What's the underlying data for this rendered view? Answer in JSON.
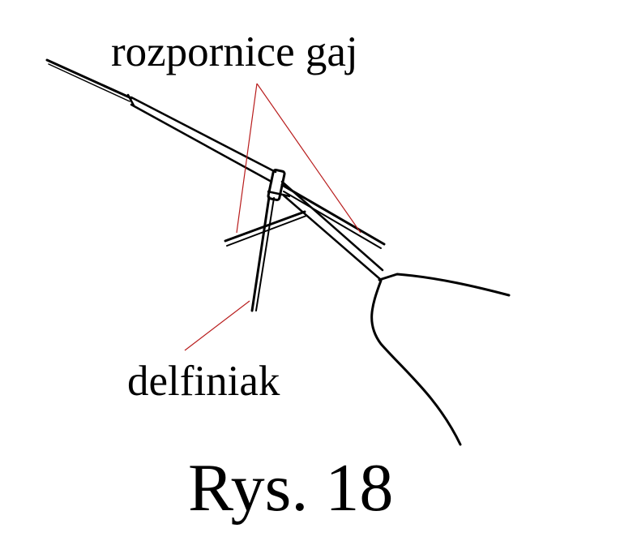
{
  "labels": {
    "spreaders": "rozpornice gaj",
    "dolphin_striker": "delfiniak"
  },
  "caption": "Rys. 18",
  "colors": {
    "ink": "#000000",
    "leader": "#b81c1c",
    "background": "#ffffff"
  }
}
